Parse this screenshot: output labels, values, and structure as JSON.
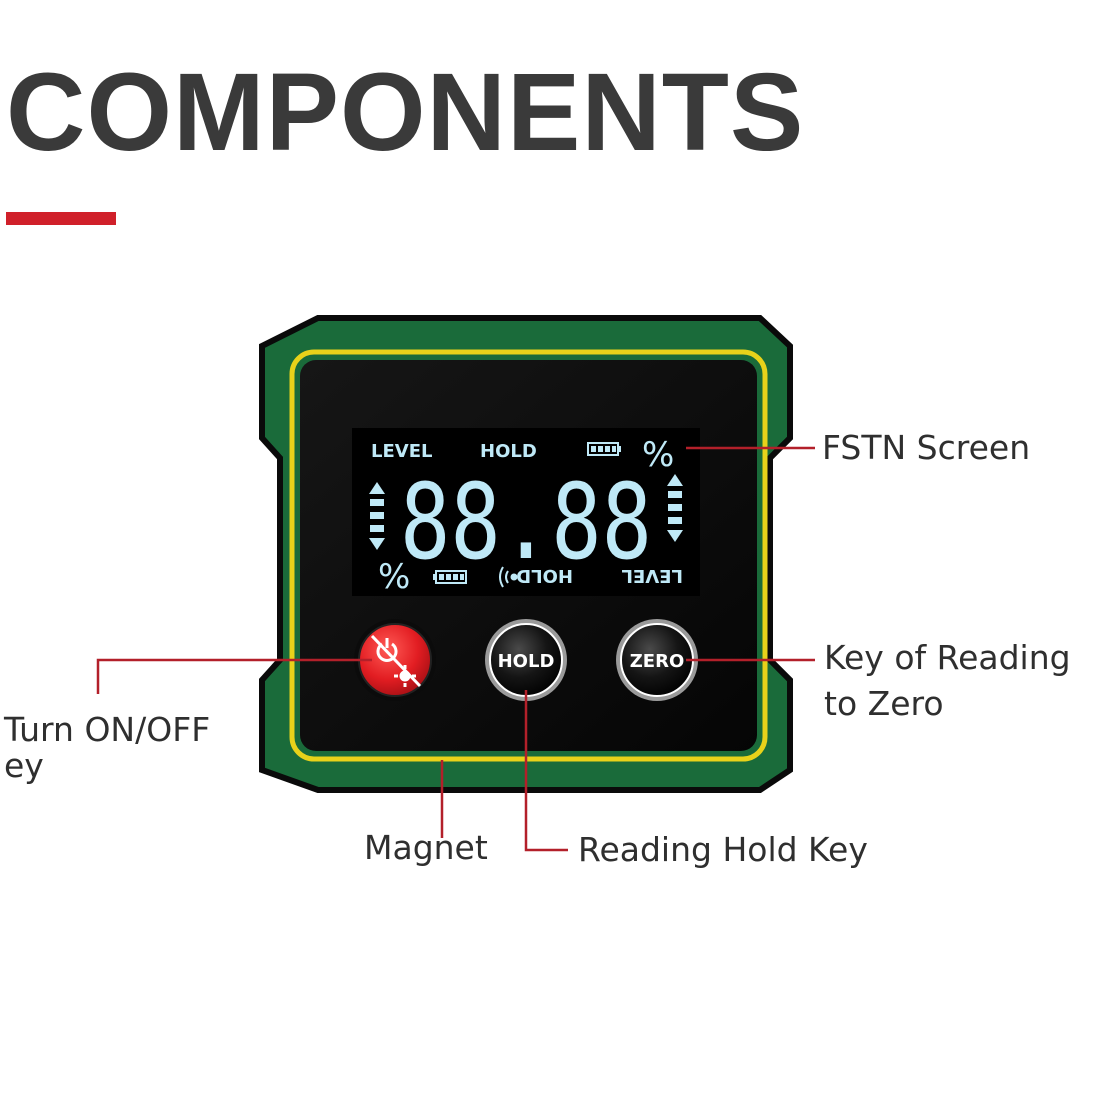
{
  "heading": {
    "title": "COMPONENTS",
    "accent_color": "#d0202a"
  },
  "device": {
    "body_color": "#1a6b3a",
    "frame_color": "#e8d21a",
    "screen": {
      "top_labels": [
        "LEVEL",
        "HOLD"
      ],
      "bottom_labels": [
        "LEVEL",
        "HOLD"
      ],
      "percent": "%",
      "digits": "88.88",
      "lcd_color": "#bfe9f7",
      "icons": [
        "battery-icon",
        "sound-icon",
        "arrow-up-icon",
        "arrow-down-icon"
      ]
    },
    "buttons": [
      {
        "label": "",
        "icon": "power-laser-icon",
        "color": "#e21d22"
      },
      {
        "label": "HOLD",
        "color": "#111111"
      },
      {
        "label": "ZERO",
        "color": "#111111"
      }
    ]
  },
  "callouts": {
    "fstn_screen": "FSTN Screen",
    "zero_key_line1": "Key of Reading",
    "zero_key_line2": "to Zero",
    "power_key_line1": "Turn ON/OFF",
    "power_key_line2": "ey",
    "magnet": "Magnet",
    "hold_key": "Reading Hold Key",
    "line_color": "#b3202a"
  }
}
